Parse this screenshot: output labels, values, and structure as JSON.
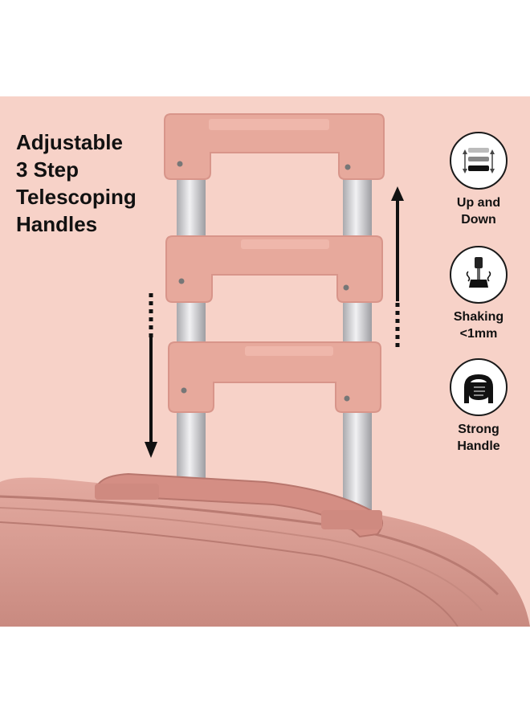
{
  "headline": {
    "lines": [
      "Adjustable",
      "3 Step",
      "Telescoping",
      "Handles"
    ]
  },
  "features": [
    {
      "icon": "up-and-down-icon",
      "lines": [
        "Up and",
        "Down"
      ]
    },
    {
      "icon": "shaking-icon",
      "lines": [
        "Shaking",
        "<1mm"
      ]
    },
    {
      "icon": "strong-handle-icon",
      "lines": [
        "Strong",
        "Handle"
      ]
    }
  ],
  "colors": {
    "background": "#f7d2c8",
    "handle": "#e7a99c",
    "suitcase": "#d99a90",
    "rail": "#c9c9cc",
    "text": "#111111"
  }
}
